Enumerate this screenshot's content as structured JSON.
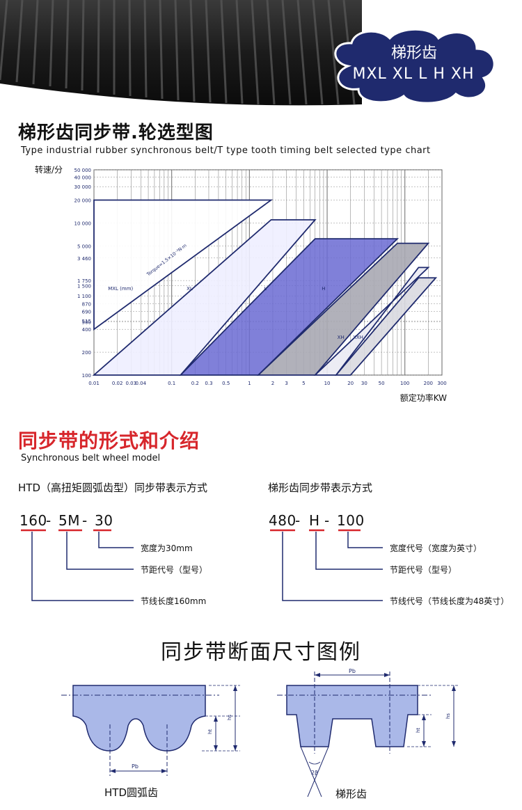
{
  "hero": {
    "title": "梯形齿",
    "subtitle": "MXL XL L H XH"
  },
  "selection_chart": {
    "title": "梯形齿同步带.轮选型图",
    "subtitle": "Type industrial rubber synchronous belt/T type tooth timing belt selected type chart",
    "chart_data": {
      "type": "area",
      "title": "",
      "ylabel": "转速/分",
      "xlabel": "额定功率KW",
      "x_scale": "log",
      "y_scale": "log",
      "xlim": [
        0.01,
        300
      ],
      "ylim": [
        100,
        50000
      ],
      "x_ticks": [
        "0.01",
        "0.02",
        "0.03",
        "0.04",
        "0.1",
        "0.2",
        "0.3",
        "0.5",
        "1",
        "2",
        "3",
        "5",
        "10",
        "20",
        "30",
        "50",
        "100",
        "200",
        "300"
      ],
      "y_ticks": [
        "50 000",
        "40 000",
        "30 000",
        "20 000",
        "10 000",
        "5 000",
        "3 460",
        "1 750",
        "1 500",
        "1 100",
        "870",
        "690",
        "515",
        "500",
        "400",
        "200",
        "100"
      ],
      "grid": true,
      "bands": [
        {
          "label": "MXL (mm)",
          "fill": "#ffffff"
        },
        {
          "label": "XL",
          "fill": "#eeeeff"
        },
        {
          "label": "L",
          "fill": "#6a6ad2"
        },
        {
          "label": "H",
          "fill": "#a9a9b3"
        },
        {
          "label": "XH",
          "fill": "#eaeaf3"
        },
        {
          "label": "XXH",
          "fill": "#d9d9e0"
        }
      ],
      "annotation": "Torque=1.5×10⁻³N·m"
    }
  },
  "model": {
    "title": "同步带的形式和介绍",
    "subtitle": "Synchronous belt wheel model",
    "htd": {
      "heading": "HTD（高扭矩圆弧齿型）同步带表示方式",
      "parts": [
        "160",
        "-",
        "5M",
        "-",
        "30"
      ],
      "notes": [
        "宽度为30mm",
        "节距代号（型号）",
        "节线长度160mm"
      ]
    },
    "trapezoid": {
      "heading": "梯形齿同步带表示方式",
      "parts": [
        "480",
        "-",
        "H",
        "-",
        "100"
      ],
      "notes": [
        "宽度代号（宽度为英寸）",
        "节距代号（型号）",
        "节线代号（节线长度为48英寸）"
      ]
    },
    "accent_color": "#d7262b"
  },
  "section": {
    "title": "同步带断面尺寸图例",
    "htd_caption": "HTD圆弧齿",
    "trap_caption": "梯形齿",
    "labels": {
      "pb": "Pb",
      "hs": "hs",
      "ht": "ht",
      "angle": "2β"
    }
  },
  "colors": {
    "navy": "#1f2a6e",
    "belt_fill": "#aab8e8",
    "chart_l": "#6a6ad2"
  }
}
